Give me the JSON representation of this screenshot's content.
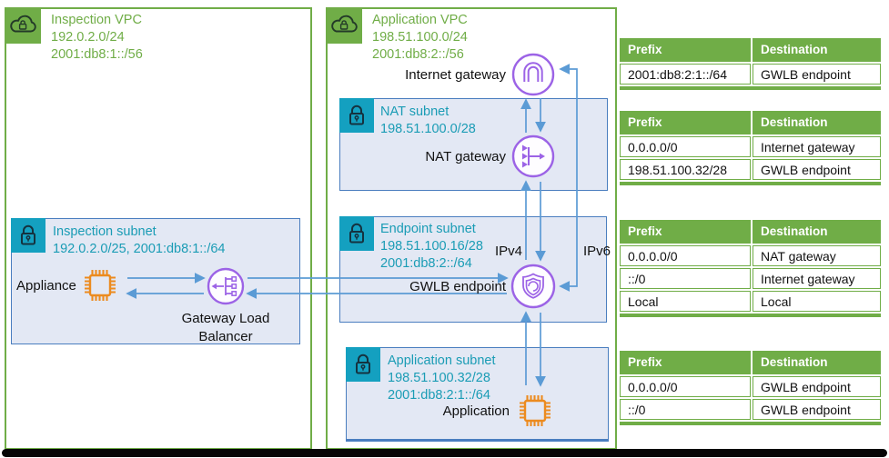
{
  "colors": {
    "green": "#70ad47",
    "teal": "#1a9cb5",
    "teal_icon": "#14a0c0",
    "purple": "#9c63e6",
    "orange": "#ec8b1f",
    "arrow": "#5b9bd5",
    "subnet_fill": "#e3e8f4",
    "subnet_border": "#4a7ebf"
  },
  "inspection_vpc": {
    "title": "Inspection VPC",
    "cidr4": "192.0.2.0/24",
    "cidr6": "2001:db8:1::/56",
    "subnet": {
      "title": "Inspection subnet",
      "cidrs": "192.0.2.0/25, 2001:db8:1::/64",
      "appliance_label": "Appliance",
      "glb_label": "Gateway Load Balancer"
    }
  },
  "application_vpc": {
    "title": "Application VPC",
    "cidr4": "198.51.100.0/24",
    "cidr6": "2001:db8:2::/56",
    "internet_gateway_label": "Internet gateway",
    "nat_subnet": {
      "title": "NAT subnet",
      "cidr4": "198.51.100.0/28",
      "nat_gateway_label": "NAT gateway"
    },
    "endpoint_subnet": {
      "title": "Endpoint subnet",
      "cidr4": "198.51.100.16/28",
      "cidr6": "2001:db8:2::/64",
      "gwlb_endpoint_label": "GWLB endpoint",
      "ipv4_label": "IPv4",
      "ipv6_label": "IPv6"
    },
    "application_subnet": {
      "title": "Application subnet",
      "cidr4": "198.51.100.32/28",
      "cidr6": "2001:db8:2:1::/64",
      "application_label": "Application"
    }
  },
  "route_tables": [
    {
      "headers": [
        "Prefix",
        "Destination"
      ],
      "rows": [
        [
          "2001:db8:2:1::/64",
          "GWLB endpoint"
        ]
      ]
    },
    {
      "headers": [
        "Prefix",
        "Destination"
      ],
      "rows": [
        [
          "0.0.0.0/0",
          "Internet gateway"
        ],
        [
          "198.51.100.32/28",
          "GWLB endpoint"
        ]
      ]
    },
    {
      "headers": [
        "Prefix",
        "Destination"
      ],
      "rows": [
        [
          "0.0.0.0/0",
          "NAT gateway"
        ],
        [
          "::/0",
          "Internet gateway"
        ],
        [
          "Local",
          "Local"
        ]
      ]
    },
    {
      "headers": [
        "Prefix",
        "Destination"
      ],
      "rows": [
        [
          "0.0.0.0/0",
          "GWLB endpoint"
        ],
        [
          "::/0",
          "GWLB endpoint"
        ]
      ]
    }
  ]
}
